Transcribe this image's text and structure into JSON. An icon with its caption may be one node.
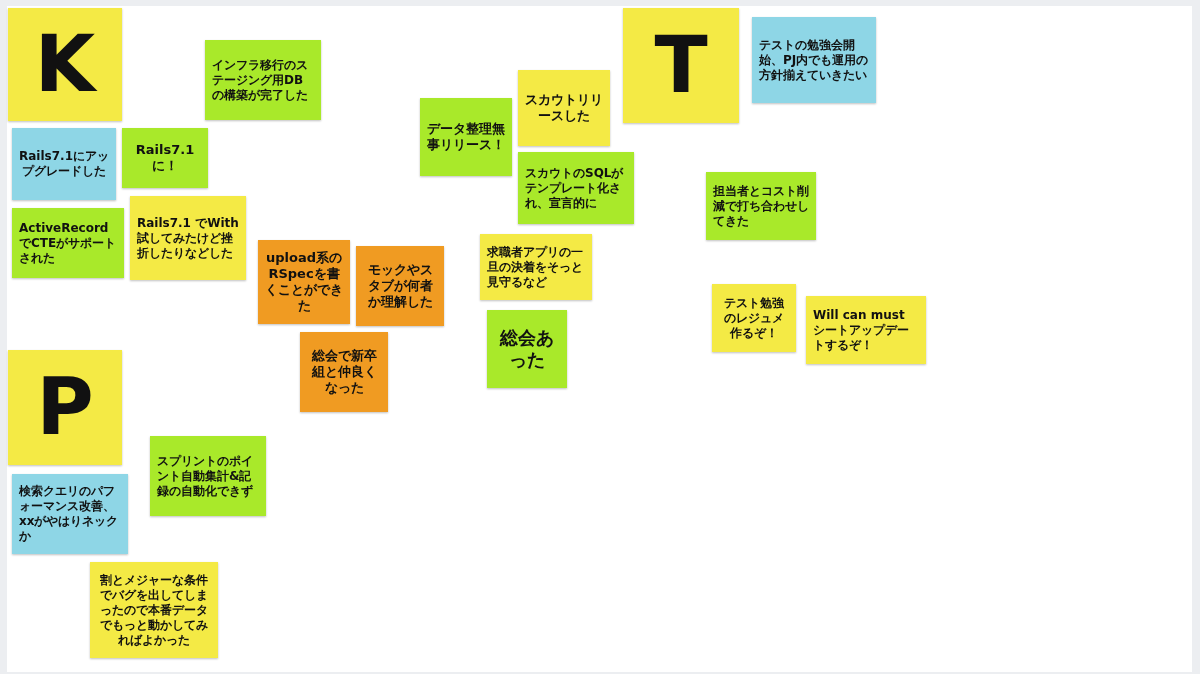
{
  "diagram": {
    "nodes": [
      {
        "text": [
          "K"
        ]
      },
      {
        "text": [
          "Rails7.1にアップグレードした"
        ]
      },
      {
        "text": [
          "Rails7.1に！"
        ]
      },
      {
        "text": [
          "ActiveRecordでCTEがサポートされた"
        ]
      },
      {
        "text": [
          "Rails7.1 でWith試してみたけど挫折したりなどした"
        ]
      },
      {
        "text": [
          "インフラ移行のステージング用DBの構築が完了した"
        ]
      },
      {
        "text": [
          "upload系のRSpecを書くことができた"
        ]
      },
      {
        "text": [
          "モックやスタブが何者か理解した"
        ]
      },
      {
        "text": [
          "総会で新卒組と仲良くなった"
        ]
      },
      {
        "text": [
          "P"
        ]
      },
      {
        "text": [
          "検索クエリのパフォーマンス改善、xxがやはりネックか"
        ]
      },
      {
        "text": [
          "スプリントのポイント自動集計&記録の自動化できず"
        ]
      },
      {
        "text": [
          "割とメジャーな条件でバグを出してしまったので本番データでもっと動かしてみればよかった"
        ]
      },
      {
        "text": [
          "データ整理無事リリース！"
        ]
      },
      {
        "text": [
          "スカウトリリースした"
        ]
      },
      {
        "text": [
          "スカウトのSQLがテンプレート化され、宣言的に"
        ]
      },
      {
        "text": [
          "求職者アプリの一旦の決着をそっと見守るなど"
        ]
      },
      {
        "text": [
          "総会あった"
        ]
      },
      {
        "text": [
          "T"
        ]
      },
      {
        "text": [
          "テストの勉強会開始、PJ内でも運用の方針揃えていきたい"
        ]
      },
      {
        "text": [
          "担当者とコスト削減で打ち合わせしてきた"
        ]
      },
      {
        "text": [
          "テスト勉強のレジュメ作るぞ！"
        ]
      },
      {
        "text": [
          "Will can must シートアップデートするぞ！"
        ]
      }
    ]
  }
}
